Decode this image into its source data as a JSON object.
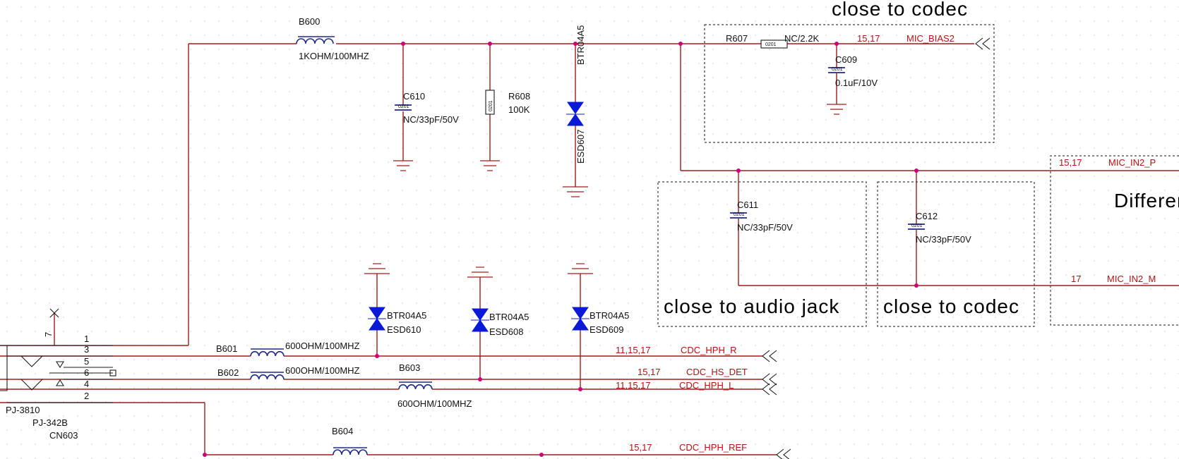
{
  "notes": {
    "codec_top": "close to codec",
    "audio_jack": "close to audio jack",
    "codec_mid": "close to codec",
    "different": "Differen"
  },
  "components": {
    "B600": {
      "ref": "B600",
      "value": "1KOHM/100MHZ"
    },
    "B601": {
      "ref": "B601",
      "value": "600OHM/100MHZ"
    },
    "B602": {
      "ref": "B602",
      "value": "600OHM/100MHZ"
    },
    "B603": {
      "ref": "B603",
      "value": "600OHM/100MHZ"
    },
    "B604": {
      "ref": "B604"
    },
    "C610": {
      "ref": "C610",
      "value": "NC/33pF/50V"
    },
    "R608": {
      "ref": "R608",
      "value": "100K",
      "pkg": "0201"
    },
    "ESD607": {
      "ref": "ESD607",
      "part": "BTR04A5"
    },
    "R607": {
      "ref": "R607",
      "value": "NC/2.2K",
      "pkg": "0201"
    },
    "C609": {
      "ref": "C609",
      "value": "0.1uF/10V"
    },
    "C611": {
      "ref": "C611",
      "value": "NC/33pF/50V"
    },
    "C612": {
      "ref": "C612",
      "value": "NC/33pF/50V"
    },
    "ESD610": {
      "ref": "ESD610",
      "part": "BTR04A5"
    },
    "ESD608": {
      "ref": "ESD608",
      "part": "BTR04A5"
    },
    "ESD609": {
      "ref": "ESD609",
      "part": "BTR04A5"
    },
    "CN603": {
      "ref": "CN603",
      "part1": "PJ-3810",
      "part2": "PJ-342B"
    }
  },
  "connector_pins": [
    "1",
    "3",
    "5",
    "6",
    "4",
    "2",
    "7"
  ],
  "nets": {
    "mic_bias2": {
      "pages": "15,17",
      "name": "MIC_BIAS2"
    },
    "mic_in2_p": {
      "pages": "15,17",
      "name": "MIC_IN2_P"
    },
    "mic_in2_m": {
      "pages": "17",
      "name": "MIC_IN2_M"
    },
    "hph_r": {
      "pages": "11,15,17",
      "name": "CDC_HPH_R"
    },
    "hs_det": {
      "pages": "15,17",
      "name": "CDC_HS_DET"
    },
    "hph_l": {
      "pages": "11,15,17",
      "name": "CDC_HPH_L"
    },
    "hph_ref": {
      "pages": "15,17",
      "name": "CDC_HPH_REF"
    }
  }
}
